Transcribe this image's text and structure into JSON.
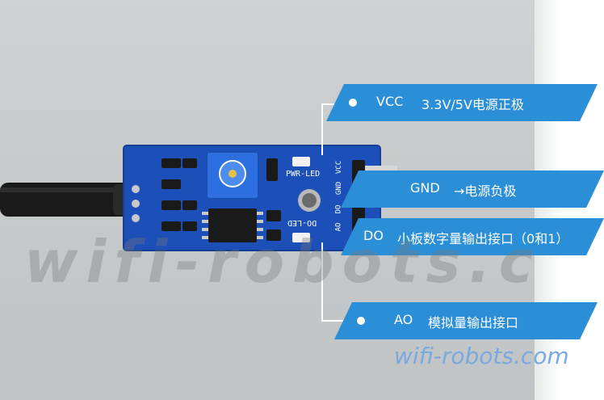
{
  "labels": {
    "vcc": {
      "pin": "VCC",
      "desc": "3.3V/5V电源正极"
    },
    "gnd": {
      "pin": "GND",
      "desc": "→电源负极"
    },
    "do": {
      "pin": "DO",
      "desc": "小板数字量输出接口（0和1）"
    },
    "ao": {
      "pin": "AO",
      "desc": "模拟量输出接口"
    }
  },
  "board": {
    "pwr_led": "PWR-LED",
    "do_led": "DO-LED",
    "pins": [
      "VCC",
      "GND",
      "DO",
      "AO"
    ]
  },
  "watermark": {
    "big": "wifi-robots.c",
    "small": "wifi-robots.com"
  },
  "colors": {
    "band": "#2b8fd8",
    "pcb": "#1c4fb8",
    "label_text": "#ffffff"
  }
}
